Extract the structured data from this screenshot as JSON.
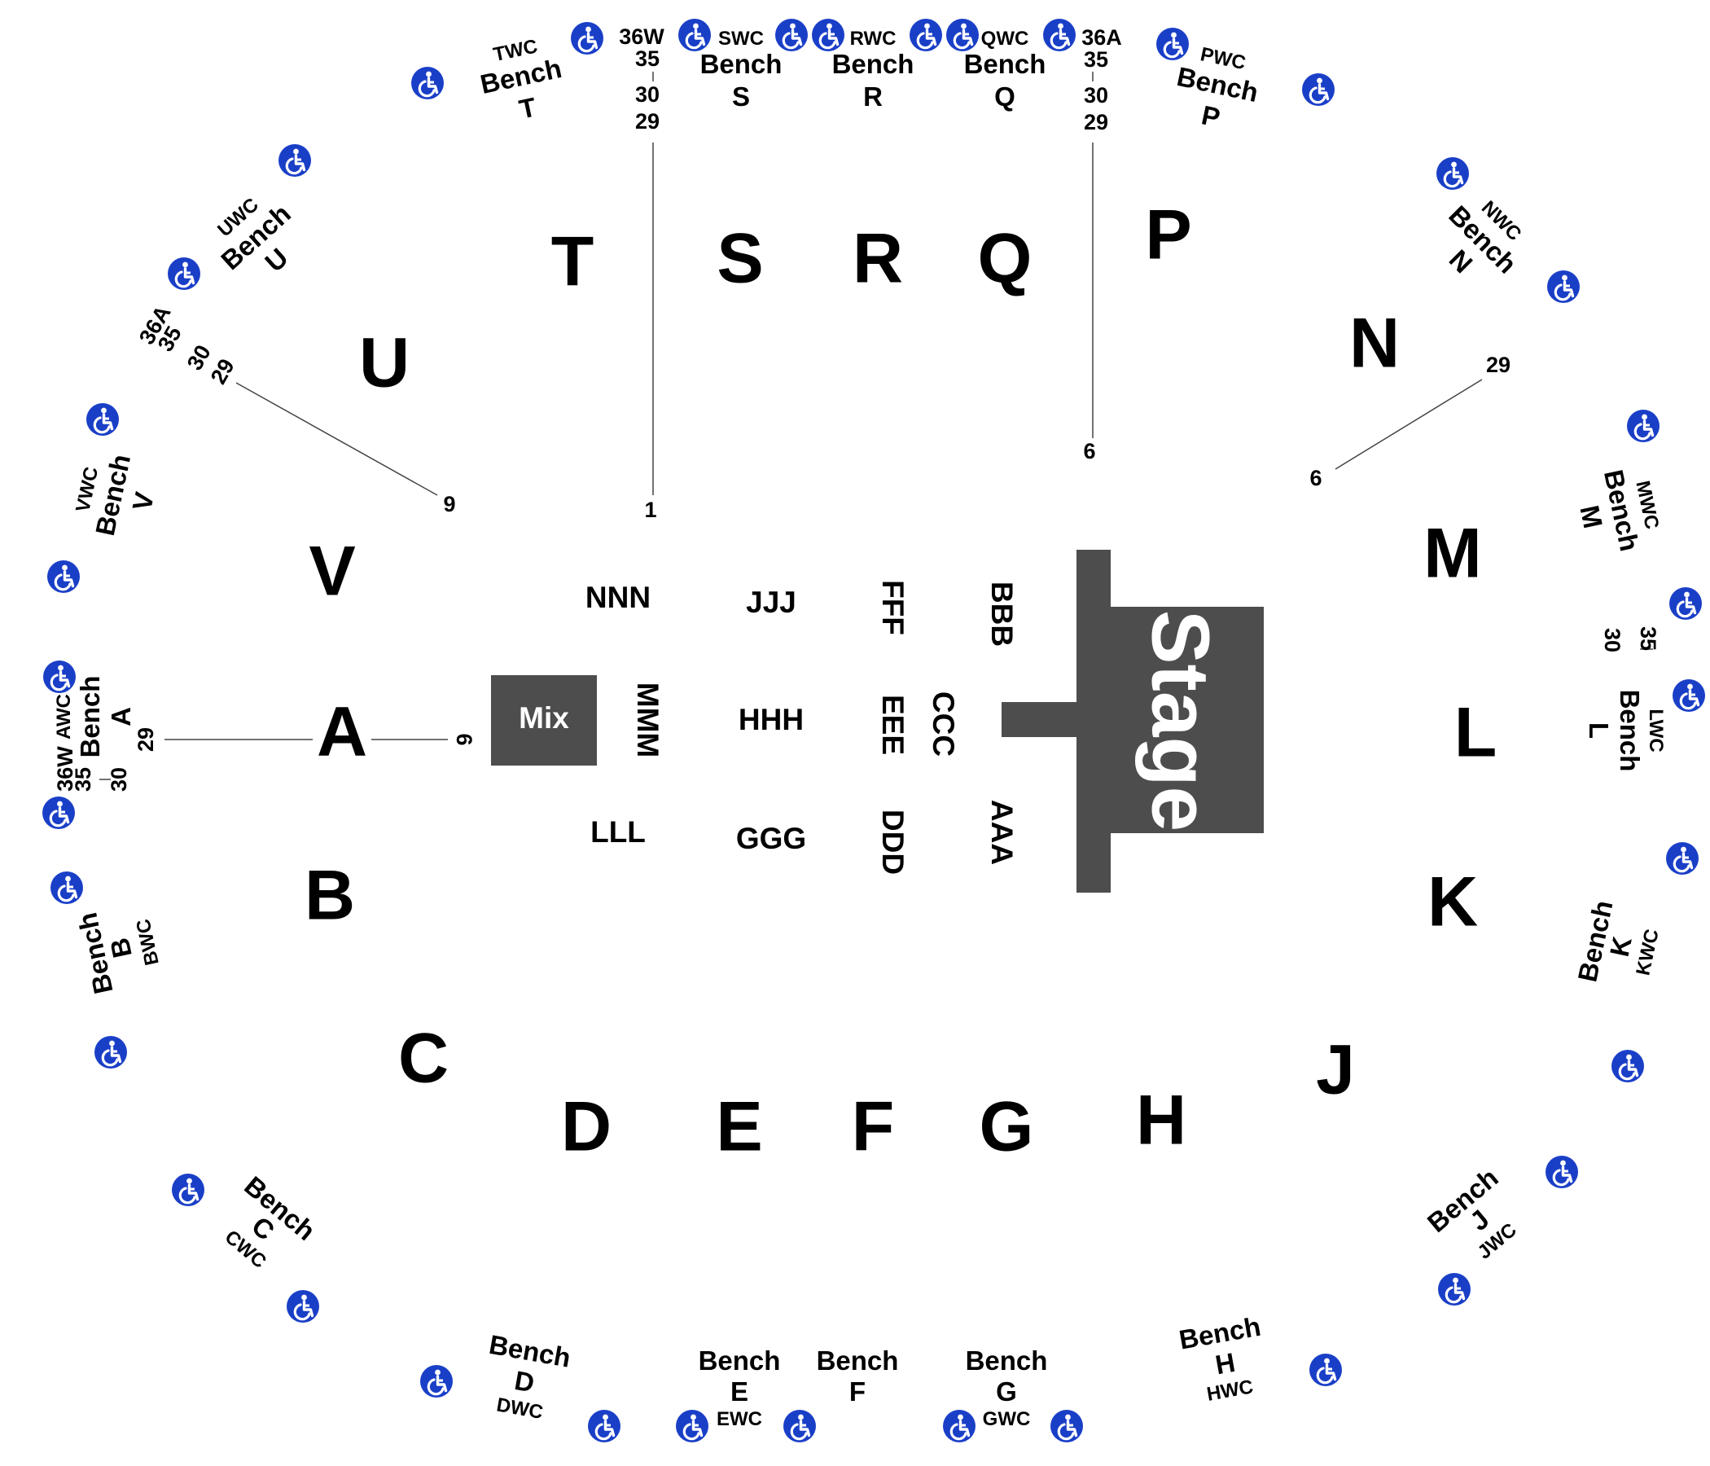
{
  "stage": {
    "label": "Stage",
    "color": "#4d4d4d"
  },
  "mix": {
    "label": "Mix",
    "color": "#4d4d4d"
  },
  "accessible_icon_color": "#1a3fc7",
  "sections": [
    "T",
    "S",
    "R",
    "Q",
    "P",
    "U",
    "N",
    "V",
    "M",
    "A",
    "L",
    "B",
    "K",
    "C",
    "J",
    "D",
    "E",
    "F",
    "G",
    "H"
  ],
  "pit_sections": [
    "NNN",
    "JJJ",
    "FFF",
    "BBB",
    "MMM",
    "HHH",
    "EEE",
    "CCC",
    "LLL",
    "GGG",
    "DDD",
    "AAA"
  ],
  "benches": [
    {
      "word": "Bench",
      "letter": "T",
      "wc": "TWC"
    },
    {
      "word": "Bench",
      "letter": "S",
      "wc": "SWC"
    },
    {
      "word": "Bench",
      "letter": "R",
      "wc": "RWC"
    },
    {
      "word": "Bench",
      "letter": "Q",
      "wc": "QWC"
    },
    {
      "word": "Bench",
      "letter": "P",
      "wc": "PWC"
    },
    {
      "word": "Bench",
      "letter": "U",
      "wc": "UWC"
    },
    {
      "word": "Bench",
      "letter": "N",
      "wc": "NWC"
    },
    {
      "word": "Bench",
      "letter": "V",
      "wc": "VWC"
    },
    {
      "word": "Bench",
      "letter": "M",
      "wc": "MWC"
    },
    {
      "word": "Bench",
      "letter": "A",
      "wc": "AWC"
    },
    {
      "word": "Bench",
      "letter": "L",
      "wc": "LWC"
    },
    {
      "word": "Bench",
      "letter": "B",
      "wc": "BWC"
    },
    {
      "word": "Bench",
      "letter": "K",
      "wc": "KWC"
    },
    {
      "word": "Bench",
      "letter": "C",
      "wc": "CWC"
    },
    {
      "word": "Bench",
      "letter": "J",
      "wc": "JWC"
    },
    {
      "word": "Bench",
      "letter": "D",
      "wc": "DWC"
    },
    {
      "word": "Bench",
      "letter": "E",
      "wc": "EWC"
    },
    {
      "word": "Bench",
      "letter": "F",
      "wc": ""
    },
    {
      "word": "Bench",
      "letter": "G",
      "wc": "GWC"
    },
    {
      "word": "Bench",
      "letter": "H",
      "wc": "HWC"
    }
  ],
  "row_labels": {
    "t_col": [
      "36W",
      "35",
      "30",
      "29",
      "1"
    ],
    "q_col": [
      "36A",
      "35",
      "30",
      "29",
      "6"
    ],
    "u_line": [
      "36A",
      "35",
      "30",
      "29",
      "9"
    ],
    "n_line": [
      "29",
      "6"
    ],
    "a_row": [
      "36W",
      "35",
      "30",
      "29",
      "6"
    ],
    "l_col": [
      "35",
      "30"
    ]
  }
}
